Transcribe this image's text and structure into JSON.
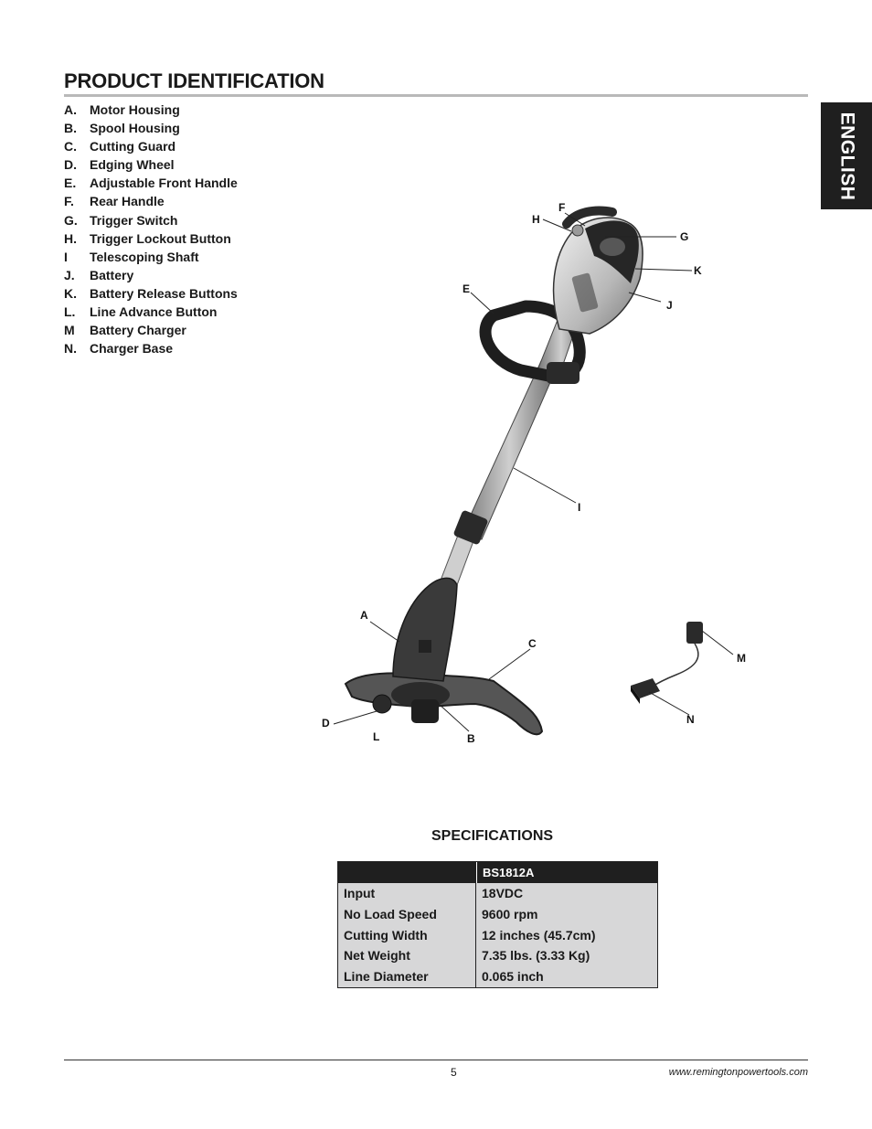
{
  "header": {
    "title": "PRODUCT IDENTIFICATION",
    "language_tab": "ENGLISH"
  },
  "parts": [
    {
      "key": "A.",
      "label": "Motor Housing"
    },
    {
      "key": "B.",
      "label": "Spool Housing"
    },
    {
      "key": "C.",
      "label": "Cutting Guard"
    },
    {
      "key": "D.",
      "label": "Edging Wheel"
    },
    {
      "key": "E.",
      "label": "Adjustable Front Handle"
    },
    {
      "key": "F.",
      "label": "Rear Handle"
    },
    {
      "key": "G.",
      "label": "Trigger Switch"
    },
    {
      "key": "H.",
      "label": "Trigger Lockout Button"
    },
    {
      "key": "I",
      "label": "Telescoping Shaft"
    },
    {
      "key": "J.",
      "label": "Battery"
    },
    {
      "key": "K.",
      "label": "Battery Release Buttons"
    },
    {
      "key": "L.",
      "label": "Line Advance Button"
    },
    {
      "key": "M",
      "label": "Battery Charger"
    },
    {
      "key": "N.",
      "label": "Charger Base"
    }
  ],
  "callouts": {
    "a": "A",
    "b": "B",
    "c": "C",
    "d": "D",
    "e": "E",
    "f": "F",
    "g": "G",
    "h": "H",
    "i": "I",
    "j": "J",
    "k": "K",
    "l": "L",
    "m": "M",
    "n": "N"
  },
  "specifications": {
    "title": "SPECIFICATIONS",
    "model": "BS1812A",
    "rows": [
      {
        "label": "Input",
        "value": "18VDC"
      },
      {
        "label": "No Load Speed",
        "value": "9600 rpm"
      },
      {
        "label": "Cutting Width",
        "value": "12 inches (45.7cm)"
      },
      {
        "label": "Net Weight",
        "value": "7.35 lbs. (3.33 Kg)"
      },
      {
        "label": "Line Diameter",
        "value": "0.065 inch"
      }
    ]
  },
  "footer": {
    "page_number": "5",
    "website": "www.remingtonpowertools.com"
  },
  "colors": {
    "tab_bg": "#1f1f1f",
    "table_bg": "#d7d7d8",
    "rule": "#b9b9b9"
  }
}
